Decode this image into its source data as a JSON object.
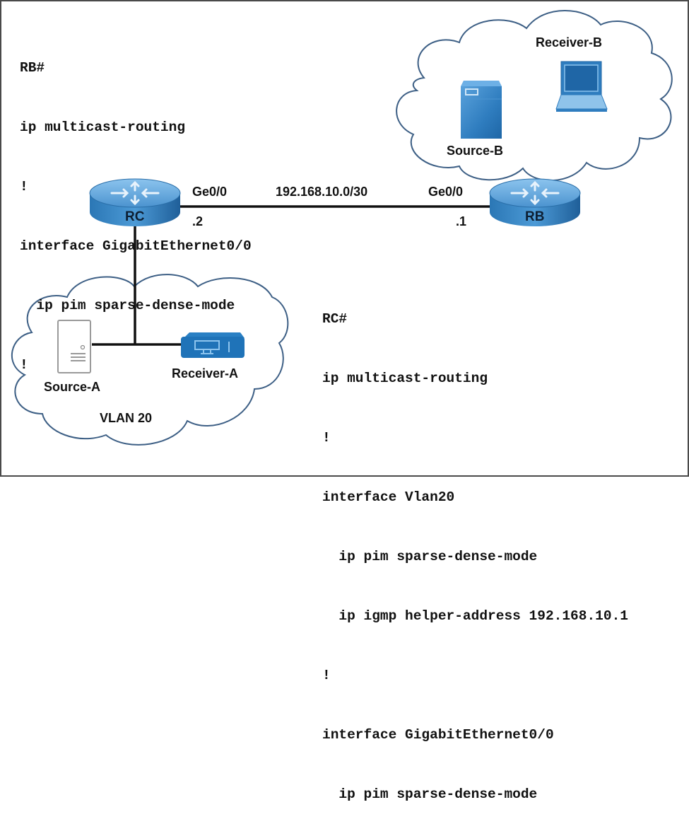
{
  "rb_config": {
    "lines": [
      "RB#",
      "ip multicast-routing",
      "!",
      "interface GigabitEthernet0/0",
      "  ip pim sparse-dense-mode",
      "!"
    ]
  },
  "rc_config": {
    "lines": [
      "RC#",
      "ip multicast-routing",
      "!",
      "interface Vlan20",
      "  ip pim sparse-dense-mode",
      "  ip igmp helper-address 192.168.10.1",
      "!",
      "interface GigabitEthernet0/0",
      "  ip pim sparse-dense-mode"
    ]
  },
  "topology": {
    "link": {
      "subnet": "192.168.10.0/30",
      "rc_interface": "Ge0/0",
      "rc_host": ".2",
      "rb_interface": "Ge0/0",
      "rb_host": ".1"
    },
    "routers": {
      "rc": {
        "label": "RC",
        "icon": "router-icon"
      },
      "rb": {
        "label": "RB",
        "icon": "router-icon"
      }
    },
    "site_b": {
      "source_label": "Source-B",
      "source_icon": "server-icon",
      "receiver_label": "Receiver-B",
      "receiver_icon": "laptop-icon"
    },
    "site_a": {
      "vlan_label": "VLAN 20",
      "source_label": "Source-A",
      "source_icon": "server-icon",
      "receiver_label": "Receiver-A",
      "receiver_icon": "set-top-box-icon"
    }
  },
  "colors": {
    "device_blue": "#1f6fb2",
    "device_light": "#6fb3e6",
    "cloud_stroke": "#3d5f85",
    "line": "#111111"
  }
}
